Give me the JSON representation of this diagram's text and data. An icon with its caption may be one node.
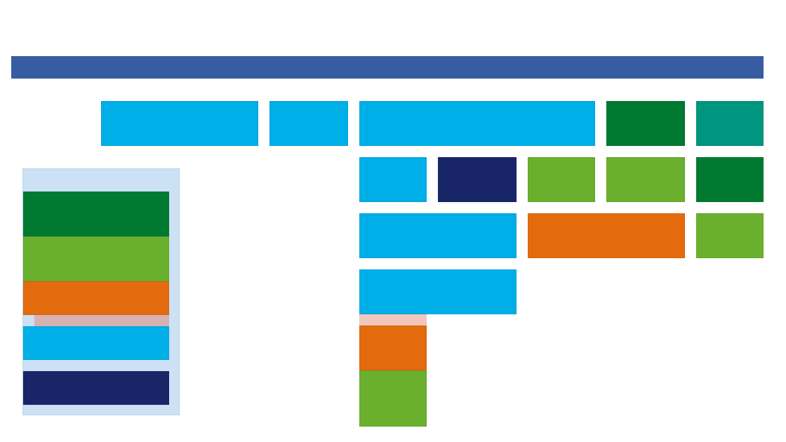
{
  "diagram": {
    "nodes": [
      {
        "text": [],
        "shape": "bar"
      },
      {
        "text": [],
        "shape": "box"
      },
      {
        "text": [],
        "shape": "box"
      },
      {
        "text": [],
        "shape": "box"
      },
      {
        "text": [],
        "shape": "box"
      },
      {
        "text": [],
        "shape": "box"
      },
      {
        "text": [],
        "shape": "box"
      },
      {
        "text": [],
        "shape": "box",
        "in": 6
      },
      {
        "text": [],
        "shape": "box",
        "in": 6
      },
      {
        "text": [],
        "shape": "box",
        "in": 6
      },
      {
        "text": [],
        "shape": "bar",
        "in": 6
      },
      {
        "text": [],
        "shape": "box",
        "in": 6
      },
      {
        "text": [],
        "shape": "box",
        "in": 6
      },
      {
        "text": [],
        "shape": "box"
      },
      {
        "text": [],
        "shape": "box"
      },
      {
        "text": [],
        "shape": "box"
      },
      {
        "text": [],
        "shape": "box"
      },
      {
        "text": [],
        "shape": "box"
      },
      {
        "text": [],
        "shape": "box"
      },
      {
        "text": [],
        "shape": "box"
      },
      {
        "text": [],
        "shape": "box"
      },
      {
        "text": [],
        "shape": "box"
      },
      {
        "text": [],
        "shape": "bar"
      },
      {
        "text": [],
        "shape": "box"
      },
      {
        "text": [],
        "shape": "box"
      }
    ]
  }
}
